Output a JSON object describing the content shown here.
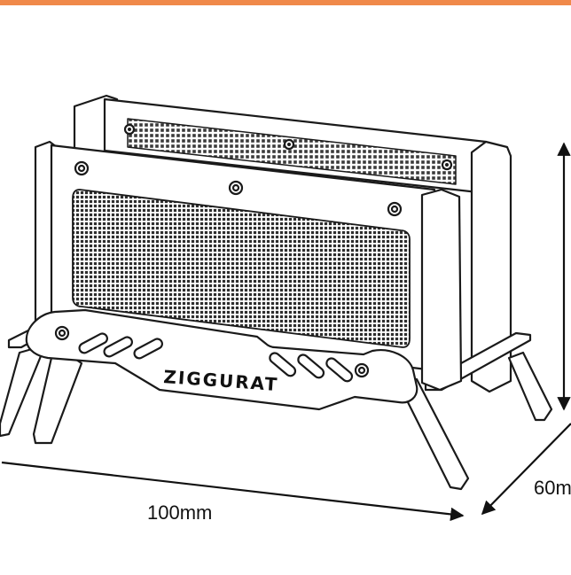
{
  "header": {
    "accent_color": "#f0894a"
  },
  "product": {
    "brand_label": "ZIGGURAT",
    "line_color": "#1a1a1a",
    "mesh_color": "#3a3a3a"
  },
  "dimensions": {
    "width_label": "100mm",
    "depth_label": "60m"
  },
  "icons": [
    "screw-icon",
    "vent-slot-icon",
    "dimension-arrow-icon"
  ]
}
